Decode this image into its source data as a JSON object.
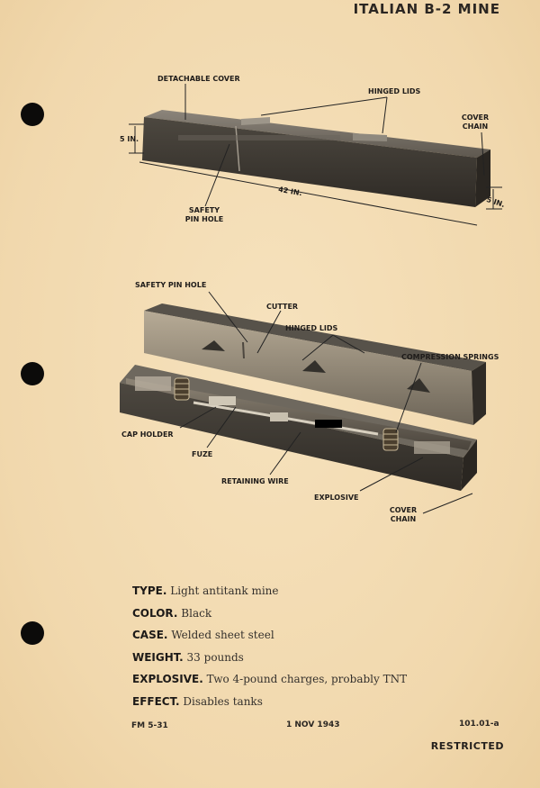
{
  "header": {
    "title": "ITALIAN B-2 MINE"
  },
  "top_figure": {
    "labels": {
      "detachable_cover": "DETACHABLE COVER",
      "hinged_lids": "HINGED LIDS",
      "cover_chain_1": "COVER",
      "cover_chain_2": "CHAIN",
      "dim_height": "5 IN.",
      "dim_length": "42 IN.",
      "dim_width": "5 IN.",
      "safety_pin_1": "SAFETY",
      "safety_pin_2": "PIN HOLE"
    }
  },
  "bottom_figure": {
    "labels": {
      "safety_pin_hole": "SAFETY PIN HOLE",
      "cutter": "CUTTER",
      "hinged_lids": "HINGED LIDS",
      "compression_springs": "COMPRESSION SPRINGS",
      "cap_holder": "CAP HOLDER",
      "fuze": "FUZE",
      "retaining_wire": "RETAINING WIRE",
      "explosive": "EXPLOSIVE",
      "cover_chain_1": "COVER",
      "cover_chain_2": "CHAIN"
    }
  },
  "specs": [
    {
      "key": "TYPE.",
      "value": "Light antitank mine"
    },
    {
      "key": "COLOR.",
      "value": "Black"
    },
    {
      "key": "CASE.",
      "value": "Welded sheet steel"
    },
    {
      "key": "WEIGHT.",
      "value": "33 pounds"
    },
    {
      "key": "EXPLOSIVE.",
      "value": "Two 4-pound charges, probably TNT"
    },
    {
      "key": "EFFECT.",
      "value": "Disables tanks"
    }
  ],
  "footer": {
    "manual": "FM 5-31",
    "date": "1 NOV 1943",
    "page_number": "101.01-a",
    "classification": "RESTRICTED"
  },
  "colors": {
    "paper": "#f3dcb4",
    "ink": "#2a2520",
    "mine_dark": "#3e3a33"
  }
}
